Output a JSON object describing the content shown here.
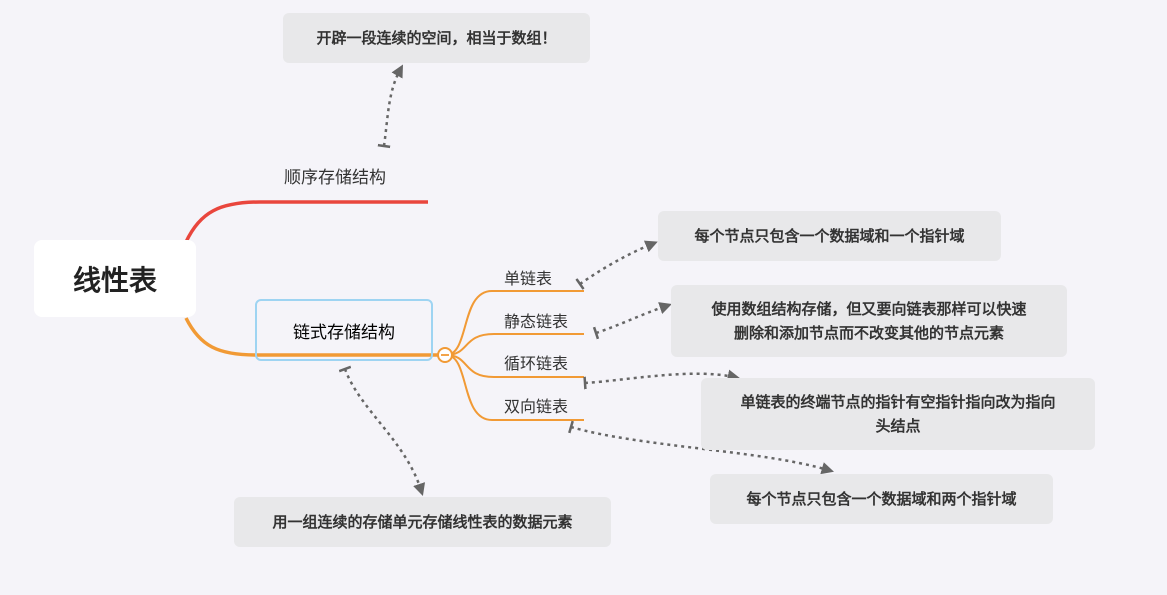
{
  "root": {
    "label": "线性表"
  },
  "branches": {
    "sequential": {
      "label": "顺序存储结构",
      "color": "#e9463d"
    },
    "linked": {
      "label": "链式存储结构",
      "color": "#f19a35"
    }
  },
  "linked_children": [
    {
      "label": "单链表"
    },
    {
      "label": "静态链表"
    },
    {
      "label": "循环链表"
    },
    {
      "label": "双向链表"
    }
  ],
  "notes": {
    "sequential": "开辟一段连续的空间，相当于数组！",
    "linked": "用一组连续的存储单元存储线性表的数据元素",
    "single": "每个节点只包含一个数据域和一个指针域",
    "static_line1": "使用数组结构存储，但又要向链表那样可以快速",
    "static_line2": "删除和添加节点而不改变其他的节点元素",
    "circular_line1": "单链表的终端节点的指针有空指针指向改为指向",
    "circular_line2": "头结点",
    "double": "每个节点只包含一个数据域和两个指针域"
  },
  "colors": {
    "background": "#f5f4f9",
    "note_bg": "#e8e8ea",
    "connector": "#666666",
    "selection": "#9ed4f2"
  }
}
